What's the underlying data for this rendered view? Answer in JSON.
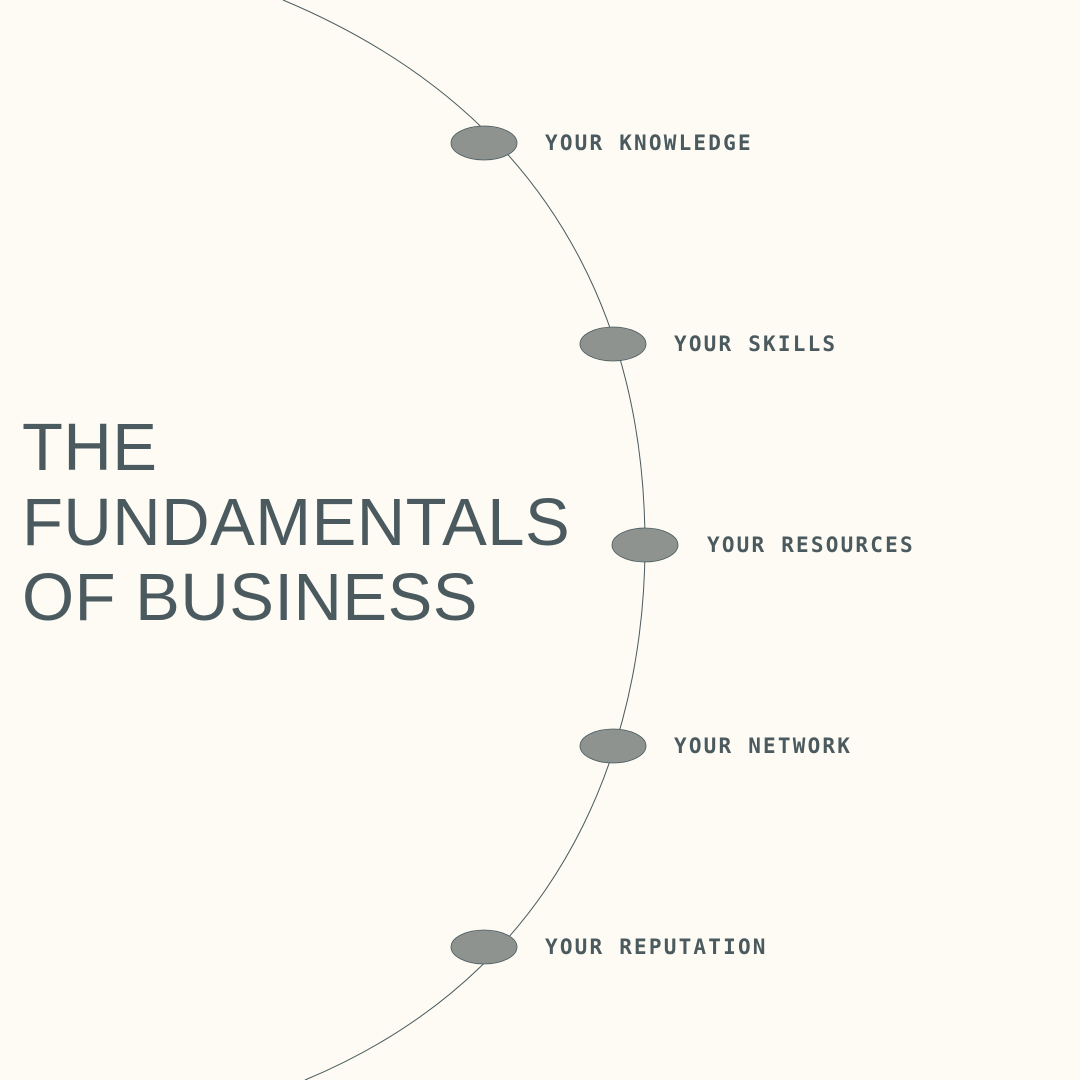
{
  "title_lines": [
    "THE",
    "FUNDAMENTALS",
    "OF BUSINESS"
  ],
  "items": [
    {
      "label": "YOUR KNOWLEDGE"
    },
    {
      "label": "YOUR SKILLS"
    },
    {
      "label": "YOUR RESOURCES"
    },
    {
      "label": "YOUR NETWORK"
    },
    {
      "label": "YOUR REPUTATION"
    }
  ],
  "colors": {
    "background": "#fdfbf3",
    "text": "#4a5a5f",
    "node_fill": "#8e9390",
    "node_stroke": "#4a5a5f",
    "arc_stroke": "#4a5a5f"
  }
}
